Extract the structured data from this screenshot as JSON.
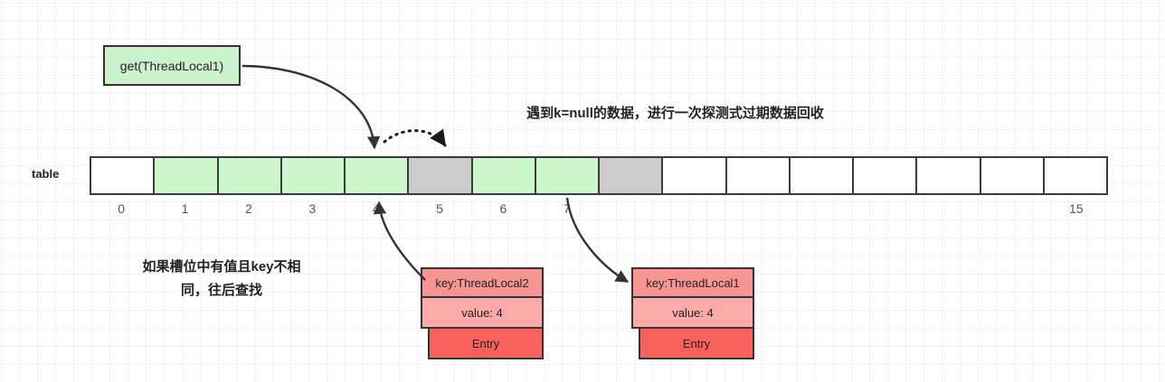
{
  "diagram": {
    "title_note_top": "遇到k=null的数据，进行一次探测式过期数据回收",
    "note_left_line1": "如果槽位中有值且key不相",
    "note_left_line2": "同，往后查找",
    "get_box_label": "get(ThreadLocal1)",
    "table_label": "table"
  },
  "colors": {
    "green_fill": "#ccf7cc",
    "gray_fill": "#cccccc",
    "white_fill": "#ffffff",
    "entry_key_fill": "#f79595",
    "entry_value_fill": "#fba9a9",
    "entry_footer_fill": "#f9625c",
    "stroke": "#3b3b3b",
    "grid": "#e6e6e6"
  },
  "table": {
    "slot_count": 16,
    "cells": [
      {
        "index": 0,
        "state": "empty"
      },
      {
        "index": 1,
        "state": "occupied"
      },
      {
        "index": 2,
        "state": "occupied"
      },
      {
        "index": 3,
        "state": "occupied"
      },
      {
        "index": 4,
        "state": "occupied"
      },
      {
        "index": 5,
        "state": "stale"
      },
      {
        "index": 6,
        "state": "occupied"
      },
      {
        "index": 7,
        "state": "occupied"
      },
      {
        "index": 8,
        "state": "stale"
      },
      {
        "index": 9,
        "state": "empty"
      },
      {
        "index": 10,
        "state": "empty"
      },
      {
        "index": 11,
        "state": "empty"
      },
      {
        "index": 12,
        "state": "empty"
      },
      {
        "index": 13,
        "state": "empty"
      },
      {
        "index": 14,
        "state": "empty"
      },
      {
        "index": 15,
        "state": "empty"
      }
    ],
    "index_labels": [
      "0",
      "1",
      "2",
      "3",
      "4",
      "5",
      "6",
      "7",
      "",
      "",
      "",
      "",
      "",
      "",
      "",
      "15"
    ]
  },
  "entries": [
    {
      "id": "entry-threadlocal2",
      "key_label": "key:ThreadLocal2",
      "value_label": "value: 4",
      "footer_label": "Entry",
      "slot": 4
    },
    {
      "id": "entry-threadlocal1",
      "key_label": "key:ThreadLocal1",
      "value_label": "value: 4",
      "footer_label": "Entry",
      "slot": 7
    }
  ]
}
